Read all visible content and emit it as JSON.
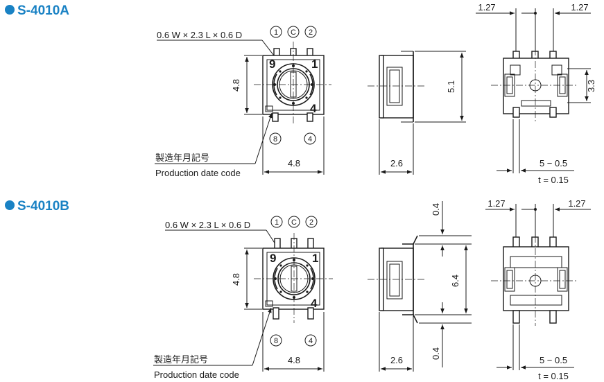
{
  "sections": [
    {
      "title": "S-4010A",
      "bullet_color": "#1a82c4",
      "hole_spec": "0.6 W × 2.3 L × 0.6 D",
      "pin_labels_top": [
        "1",
        "C",
        "2"
      ],
      "pin_labels_bottom": [
        "8",
        "4"
      ],
      "dial_marks": [
        "9",
        "1",
        "4"
      ],
      "date_code_jp": "製造年月記号",
      "date_code_en": "Production date code",
      "front_height": "4.8",
      "front_width": "4.8",
      "side_height": "5.1",
      "side_width": "2.6",
      "back_pitch_left": "1.27",
      "back_pitch_right": "1.27",
      "back_height": "3.3",
      "back_lead": "5 − 0.5",
      "back_thickness": "t = 0.15"
    },
    {
      "title": "S-4010B",
      "bullet_color": "#1a82c4",
      "hole_spec": "0.6 W × 2.3 L × 0.6 D",
      "pin_labels_top": [
        "1",
        "C",
        "2"
      ],
      "pin_labels_bottom": [
        "8",
        "4"
      ],
      "dial_marks": [
        "9",
        "1",
        "4"
      ],
      "date_code_jp": "製造年月記号",
      "date_code_en": "Production date code",
      "front_height": "4.8",
      "front_width": "4.8",
      "side_height": "6.4",
      "side_top": "0.4",
      "side_bottom": "0.4",
      "side_width": "2.6",
      "back_pitch_left": "1.27",
      "back_pitch_right": "1.27",
      "back_lead": "5 − 0.5",
      "back_thickness": "t = 0.15"
    }
  ]
}
